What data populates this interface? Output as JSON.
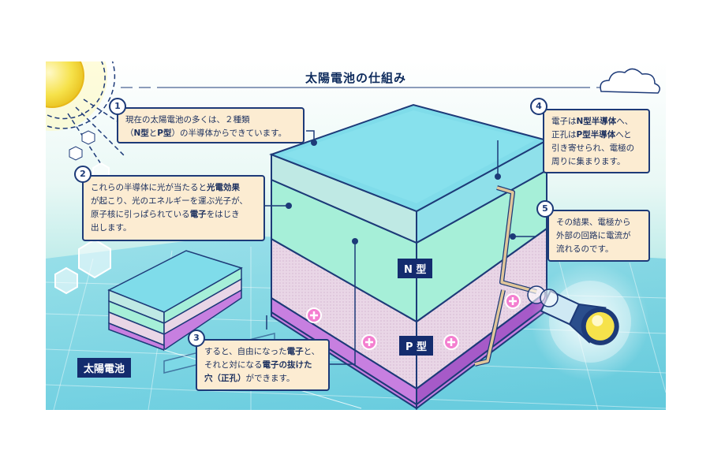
{
  "title": "太陽電池の仕組み",
  "labels": {
    "n_type": "N 型",
    "p_type": "P 型",
    "solar_cell": "太陽電池"
  },
  "callouts": [
    {
      "num": "1",
      "lines": [
        [
          {
            "t": "現在の太陽電池の多くは、２種類"
          }
        ],
        [
          {
            "t": "（"
          },
          {
            "t": "N型",
            "b": true
          },
          {
            "t": "と"
          },
          {
            "t": "P型",
            "b": true
          },
          {
            "t": "）の半導体からできています。"
          }
        ]
      ]
    },
    {
      "num": "2",
      "lines": [
        [
          {
            "t": "これらの半導体に光が当たると"
          },
          {
            "t": "光電効果",
            "b": true
          }
        ],
        [
          {
            "t": "が起こり、光のエネルギーを運ぶ光子が、"
          }
        ],
        [
          {
            "t": "原子核に引っぱられている"
          },
          {
            "t": "電子",
            "b": true
          },
          {
            "t": "をはじき"
          }
        ],
        [
          {
            "t": "出します。"
          }
        ]
      ]
    },
    {
      "num": "3",
      "lines": [
        [
          {
            "t": "すると、自由になった"
          },
          {
            "t": "電子",
            "b": true
          },
          {
            "t": "と、"
          }
        ],
        [
          {
            "t": "それと対になる"
          },
          {
            "t": "電子の抜けた",
            "b": true
          }
        ],
        [
          {
            "t": "穴（正孔）",
            "b": true
          },
          {
            "t": "ができます。"
          }
        ]
      ]
    },
    {
      "num": "4",
      "lines": [
        [
          {
            "t": "電子は"
          },
          {
            "t": "N型半導体",
            "b": true
          },
          {
            "t": "へ、"
          }
        ],
        [
          {
            "t": "正孔は"
          },
          {
            "t": "P型半導体",
            "b": true
          },
          {
            "t": "へと"
          }
        ],
        [
          {
            "t": "引き寄せられ、電極の"
          }
        ],
        [
          {
            "t": "周りに集まります。"
          }
        ]
      ]
    },
    {
      "num": "5",
      "lines": [
        [
          {
            "t": "その結果、電極から"
          }
        ],
        [
          {
            "t": "外部の回路に電流が"
          }
        ],
        [
          {
            "t": "流れるのです。"
          }
        ]
      ]
    }
  ],
  "colors": {
    "n_layer": "#a6efd8",
    "p_layer": "#e9d6e6",
    "top_layer": "#7fdcea",
    "base_layer": "#c77fe0",
    "outline": "#1d3a78",
    "callout_bg": "#fcecd2",
    "label_bg": "#142c6e"
  },
  "icons": [
    "sun-icon",
    "cloud-icon",
    "hole-plus-icon",
    "light-bulb-icon"
  ]
}
